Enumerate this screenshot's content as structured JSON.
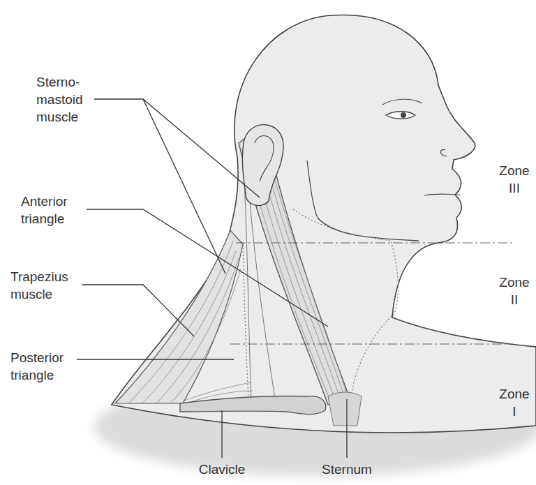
{
  "diagram": {
    "labels": [
      "Sterno- mastoid muscle",
      "Anterior triangle",
      "Trapezius muscle",
      "Posterior triangle",
      "Clavicle",
      "Sternum",
      "Zone III",
      "Zone II",
      "Zone I"
    ]
  }
}
